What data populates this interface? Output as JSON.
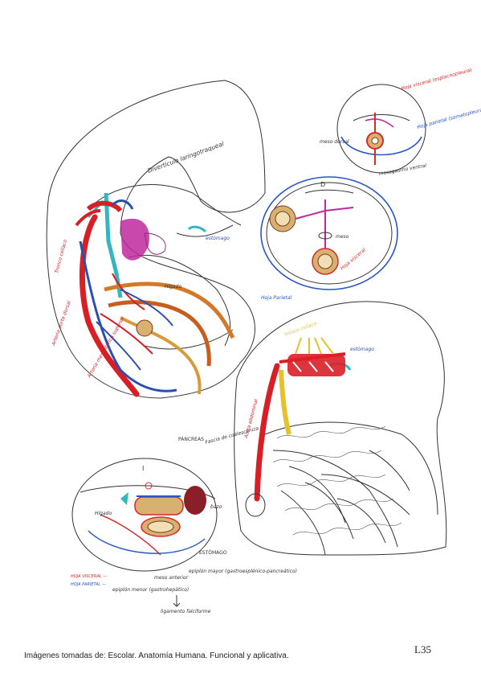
{
  "colors": {
    "visceral": "#d42b2b",
    "parietal": "#2a55c8",
    "artery": "#d91f26",
    "vein": "#2b4fb0",
    "mesentery": "#c0289c",
    "ligament": "#33b5c2",
    "pancreas": "#e3c22b",
    "ink": "#333333"
  },
  "labels": {
    "diverticulo": "Divertículo laringotraqueal",
    "estomago_top": "estómago",
    "higado_left": "Hígado",
    "tronco_celiaco": "Tronco celíaco",
    "aorta_dorsal": "Arteria aorta dorsal",
    "arteria_mesenterica_superior": "Arteria mesentérica superior",
    "hoja_visceral": "Hoja visceral (esplacnopleura)",
    "hoja_parietal": "Hoja parietal (somatopleura)",
    "meso_dorsal": "meso dorsal",
    "meso_ventral": "mesogastrio ventral",
    "meso": "meso",
    "hoja_visceral_2": "Hoja visceral",
    "hoja_parietal_2": "Hoja Parietal",
    "tronco_celiaco_2": "tronco celíaco",
    "aorta_abdominal": "Aorta abdominal",
    "estomago_right": "estómago",
    "pancreas": "PÁNCREAS",
    "fascia_coalescencia": "Fascia de coalescencia",
    "bazo": "bazo",
    "higado_bottom": "Hígado",
    "estomago_bottom": "ESTÓMAGO",
    "epiplon_mayor": "epiplón mayor (gastroesplénico-pancreático)",
    "epiplon_menor": "epiplón menor (gastrohepático)",
    "meso_anterior": "meso anterior",
    "ligamento_falciforme": "ligamento falciforme",
    "leyenda_visceral": "HOJA VISCERAL —",
    "leyenda_parietal": "HOJA PARIETAL —",
    "section_mark_top": "D",
    "section_mark_bottom": "I"
  },
  "footer": {
    "caption": "Imágenes tomadas de: Escolar. Anatomía Humana. Funcional y aplicativa.",
    "page": "L35"
  }
}
